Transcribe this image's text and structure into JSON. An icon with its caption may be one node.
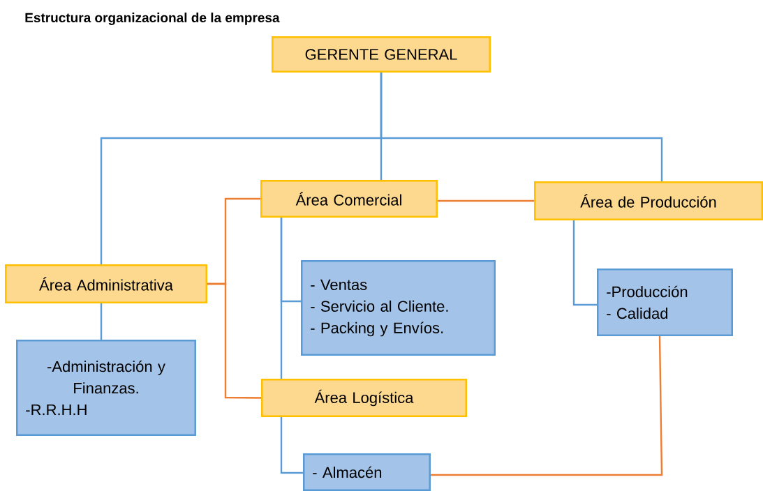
{
  "diagram": {
    "title": "Estructura organizacional de la empresa",
    "nodes": [
      {
        "text": [
          "GERENTE GENERAL"
        ]
      },
      {
        "text": [
          "Área Comercial"
        ]
      },
      {
        "text": [
          "Área de Producción"
        ]
      },
      {
        "text": [
          "Área Administrativa"
        ]
      },
      {
        "text": [
          "- Ventas",
          "- Servicio al Cliente.",
          "- Packing y Envíos."
        ]
      },
      {
        "text": [
          "-Producción",
          "- Calidad"
        ]
      },
      {
        "text": [
          "-Administración y Finanzas.",
          "-R.R.H.H"
        ]
      },
      {
        "text": [
          "Área Logística"
        ]
      },
      {
        "text": [
          "- Almacén"
        ]
      }
    ],
    "edges": [
      {
        "from": 0,
        "to": 1,
        "arrow": "none"
      },
      {
        "from": 0,
        "to": 2,
        "arrow": "none"
      },
      {
        "from": 0,
        "to": 3,
        "arrow": "none"
      },
      {
        "from": 1,
        "to": 2,
        "arrow": "none",
        "color": "#ed7d31"
      },
      {
        "from": 1,
        "to": 4,
        "arrow": "none"
      },
      {
        "from": 1,
        "to": 7,
        "arrow": "none"
      },
      {
        "from": 3,
        "to": 1,
        "arrow": "none",
        "color": "#ed7d31"
      },
      {
        "from": 3,
        "to": 7,
        "arrow": "none",
        "color": "#ed7d31"
      },
      {
        "from": 3,
        "to": 6,
        "arrow": "none"
      },
      {
        "from": 2,
        "to": 5,
        "arrow": "none"
      },
      {
        "from": 7,
        "to": 8,
        "arrow": "none"
      },
      {
        "from": 5,
        "to": 8,
        "arrow": "none",
        "color": "#ed7d31"
      }
    ]
  }
}
